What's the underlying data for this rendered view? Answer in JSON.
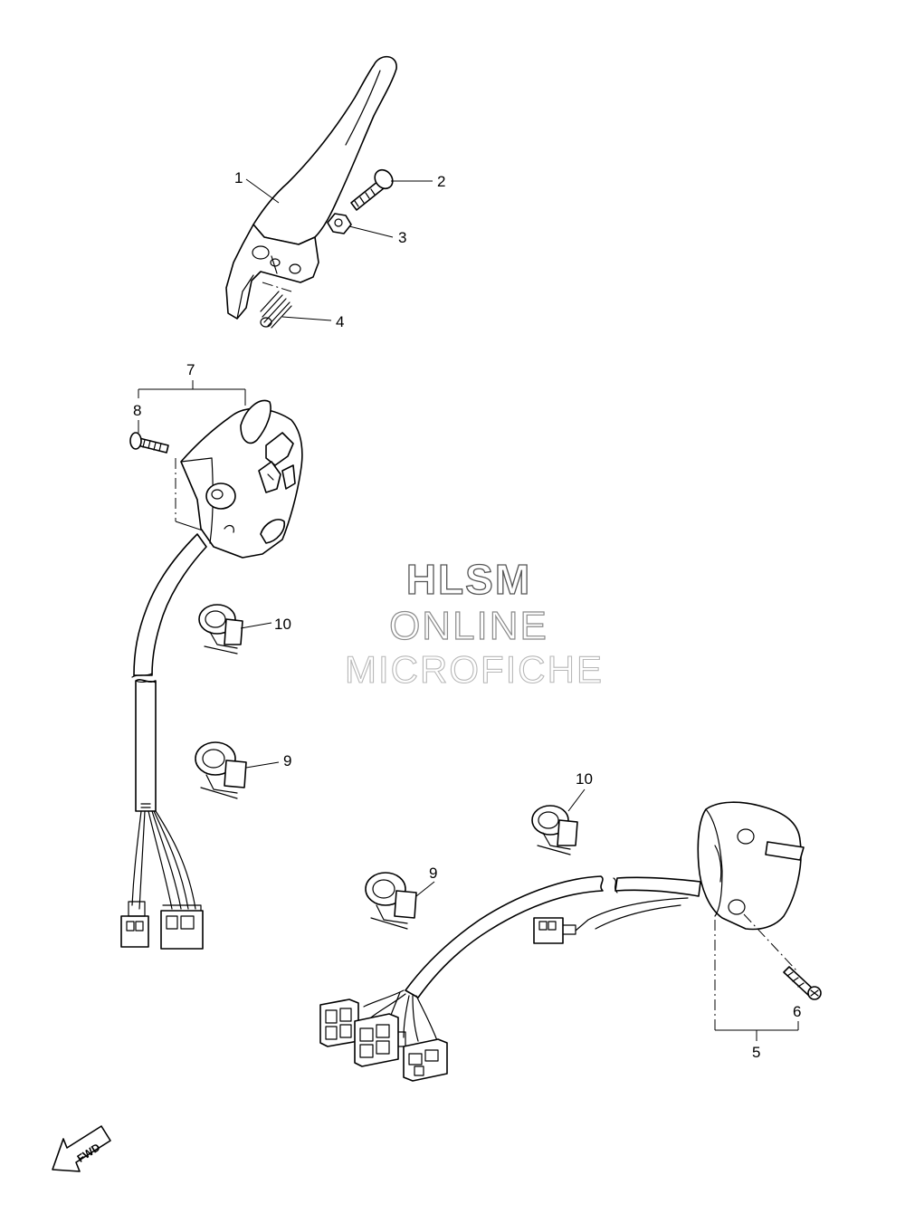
{
  "callouts": {
    "c1": "1",
    "c2": "2",
    "c3": "3",
    "c4": "4",
    "c5": "5",
    "c6": "6",
    "c7": "7",
    "c8": "8",
    "c9a": "9",
    "c9b": "9",
    "c10a": "10",
    "c10b": "10"
  },
  "watermark": {
    "line1": "HLSM",
    "line2": "ONLINE",
    "line3": "MICROFICHE"
  },
  "direction_arrow": {
    "label": "FWD"
  }
}
